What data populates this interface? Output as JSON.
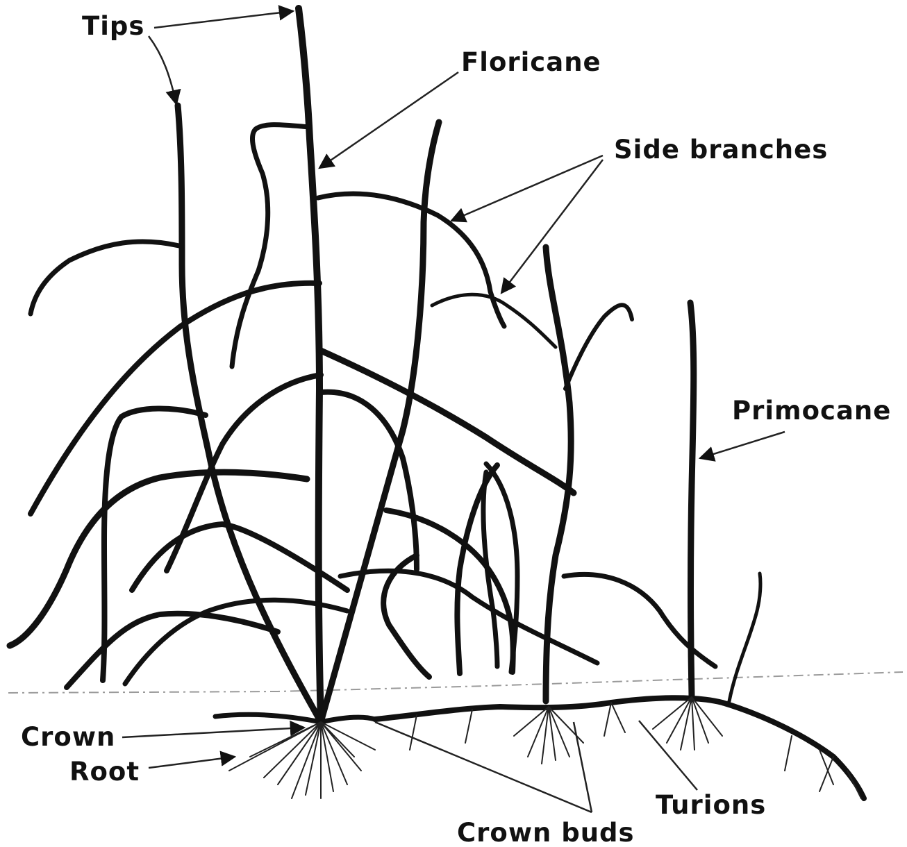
{
  "labels": {
    "tips": "Tips",
    "floricane": "Floricane",
    "side_branches": "Side branches",
    "primocane": "Primocane",
    "crown": "Crown",
    "root": "Root",
    "crown_buds": "Crown buds",
    "turions": "Turions"
  }
}
